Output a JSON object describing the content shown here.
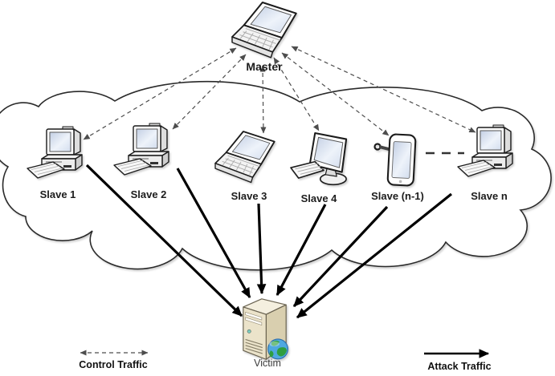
{
  "diagram": {
    "nodes": {
      "master": {
        "label": "Master",
        "device": "laptop-icon"
      },
      "slaves": [
        {
          "label": "Slave 1",
          "device": "desktop-computer-icon"
        },
        {
          "label": "Slave 2",
          "device": "desktop-computer-icon"
        },
        {
          "label": "Slave 3",
          "device": "laptop-icon"
        },
        {
          "label": "Slave 4",
          "device": "lcd-monitor-icon"
        },
        {
          "label": "Slave (n-1)",
          "device": "tablet-stylus-icon"
        },
        {
          "label": "Slave n",
          "device": "desktop-computer-icon"
        }
      ],
      "victim": {
        "label": "Victim",
        "device": "server-globe-icon"
      }
    },
    "legend": {
      "control_label": "Control Traffic",
      "attack_label": "Attack Traffic"
    },
    "colors": {
      "attack_line": "#000000",
      "control_line": "#4d4d4d",
      "cloud_outline": "#2b2b2b",
      "server_body": "#ebe3ca",
      "server_side": "#d9cfaf",
      "globe_ocean": "#4fa8e0",
      "globe_land": "#2f9e3f",
      "screen_fill": "#d3ddee"
    }
  }
}
